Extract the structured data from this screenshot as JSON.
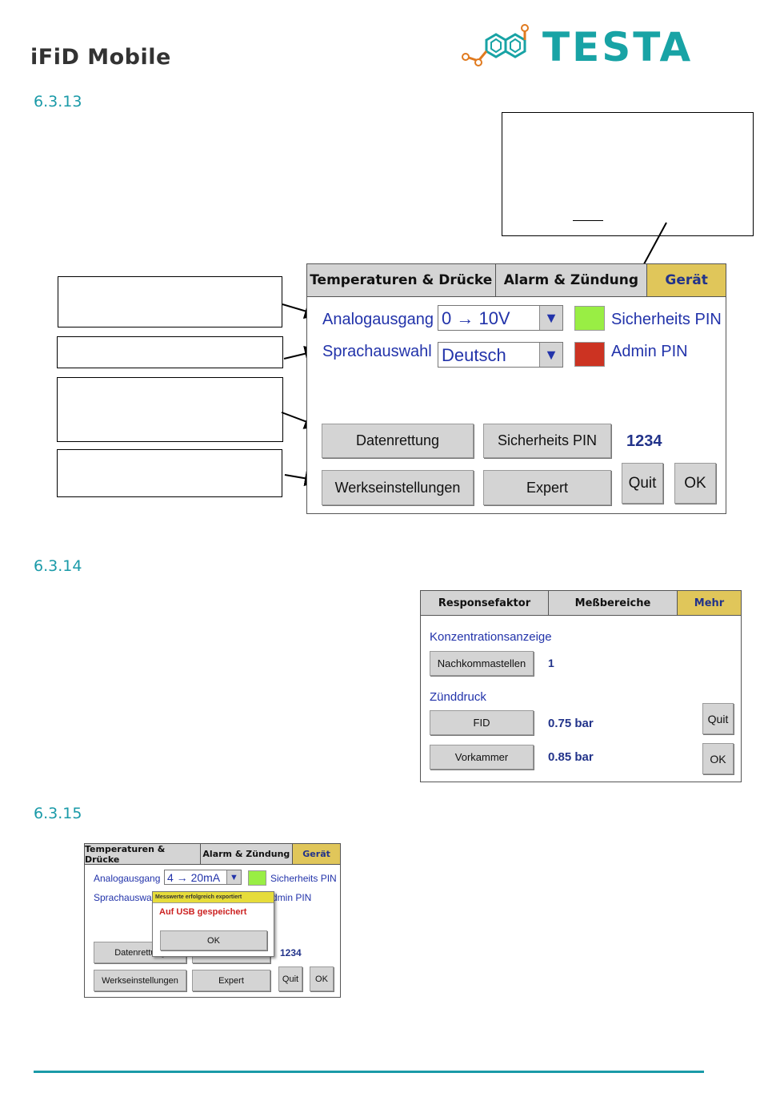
{
  "header": {
    "brand": "iFiD Mobile",
    "company": "TESTA"
  },
  "colors": {
    "accent": "#1a9aa8",
    "brand_teal": "#18a3a5",
    "brand_orange": "#e07a1f",
    "tab_active": "#e0c65a",
    "label_blue": "#2233aa",
    "pin_green": "#99ee44",
    "pin_red": "#cc3322"
  },
  "sections": {
    "s13": "6.3.13",
    "s14": "6.3.14",
    "s15": "6.3.15"
  },
  "panel1": {
    "tabs": [
      "Temperaturen & Drücke",
      "Alarm & Zündung",
      "Gerät"
    ],
    "analog_label": "Analogausgang",
    "analog_value": "0 → 10V",
    "language_label": "Sprachauswahl",
    "language_value": "Deutsch",
    "arrow_glyph": "▼",
    "security_pin_label": "Sicherheits PIN",
    "admin_pin_label": "Admin PIN",
    "btn_data_rescue": "Datenrettung",
    "btn_security_pin": "Sicherheits PIN",
    "pin_value": "1234",
    "btn_factory": "Werkseinstellungen",
    "btn_expert": "Expert",
    "btn_quit": "Quit",
    "btn_ok": "OK"
  },
  "panel2": {
    "tabs": [
      "Responsefaktor",
      "Meßbereiche",
      "Mehr"
    ],
    "conc_title": "Konzentrationsanzeige",
    "btn_decimals": "Nachkommastellen",
    "decimals_value": "1",
    "ignition_title": "Zünddruck",
    "btn_fid": "FID",
    "fid_value": "0.75 bar",
    "btn_prechamber": "Vorkammer",
    "prechamber_value": "0.85 bar",
    "btn_quit": "Quit",
    "btn_ok": "OK"
  },
  "panel3": {
    "tabs": [
      "Temperaturen & Drücke",
      "Alarm & Zündung",
      "Gerät"
    ],
    "analog_label": "Analogausgang",
    "analog_value": "4 → 20mA",
    "arrow_glyph": "▼",
    "security_pin_label": "Sicherheits PIN",
    "language_label": "Sprachauswahl",
    "admin_pin_label": "Admin PIN",
    "btn_data_rescue": "Datenrettung",
    "pin_value": "1234",
    "btn_factory": "Werkseinstellungen",
    "btn_expert": "Expert",
    "btn_quit": "Quit",
    "btn_ok": "OK",
    "dialog": {
      "title": "Messwerte erfolgreich exportiert",
      "message": "Auf USB gespeichert",
      "ok": "OK"
    }
  }
}
